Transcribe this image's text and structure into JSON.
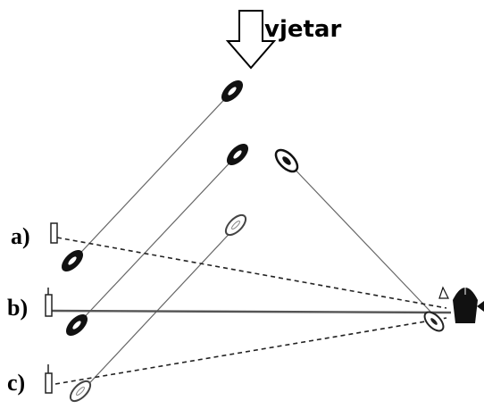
{
  "wind": {
    "label": "vjetar"
  },
  "rows": [
    {
      "label": "a)"
    },
    {
      "label": "b)"
    },
    {
      "label": "c)"
    }
  ]
}
